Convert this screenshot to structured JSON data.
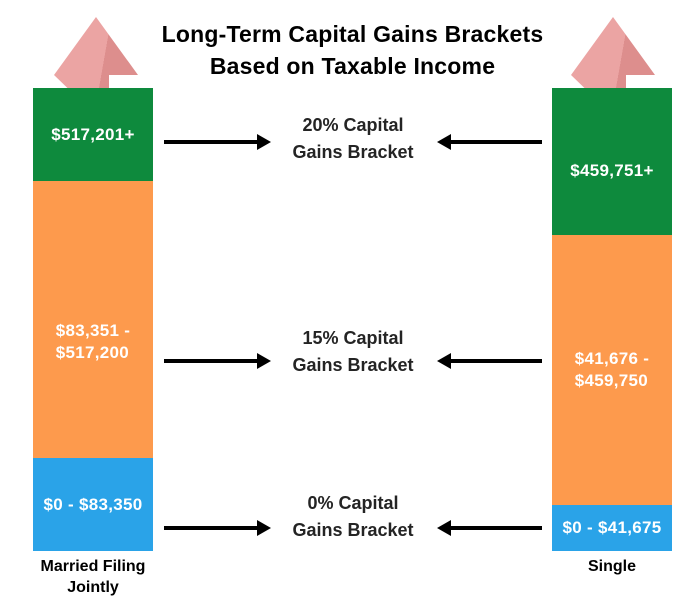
{
  "title": {
    "line1": "Long-Term Capital Gains Brackets",
    "line2": "Based on Taxable Income"
  },
  "brackets": [
    {
      "id": "20",
      "line1": "20% Capital",
      "line2": "Gains Bracket"
    },
    {
      "id": "15",
      "line1": "15% Capital",
      "line2": "Gains Bracket"
    },
    {
      "id": "0",
      "line1": "0% Capital",
      "line2": "Gains Bracket"
    }
  ],
  "bars": {
    "married": {
      "label_line1": "Married Filing",
      "label_line2": "Jointly",
      "green_range": "$517,201+",
      "orange_range_line1": "$83,351 -",
      "orange_range_line2": "$517,200",
      "blue_range": "$0 - $83,350"
    },
    "single": {
      "label": "Single",
      "green_range": "$459,751+",
      "orange_range_line1": "$41,676 -",
      "orange_range_line2": "$459,750",
      "blue_range": "$0 - $41,675"
    }
  },
  "colors": {
    "green": "#0e8a3d",
    "orange": "#fd9a4d",
    "blue": "#2aa3e8",
    "pink_arrow": "#e79c9b",
    "black_arrow": "#000000",
    "title_text": "#000000",
    "bracket_text": "#242424",
    "value_text": "#ffffff"
  },
  "chart_data": {
    "type": "bar",
    "subtype": "stacked-column-infographic",
    "title": "Long-Term Capital Gains Brackets Based on Taxable Income",
    "categories": [
      "Married Filing Jointly",
      "Single"
    ],
    "series": [
      {
        "name": "0% Capital Gains Bracket",
        "color": "#2aa3e8",
        "ranges": [
          "$0 - $83,350",
          "$0 - $41,675"
        ],
        "lower_bounds": [
          0,
          0
        ],
        "upper_bounds": [
          83350,
          41675
        ]
      },
      {
        "name": "15% Capital Gains Bracket",
        "color": "#fd9a4d",
        "ranges": [
          "$83,351 - $517,200",
          "$41,676 - $459,750"
        ],
        "lower_bounds": [
          83351,
          41676
        ],
        "upper_bounds": [
          517200,
          459750
        ]
      },
      {
        "name": "20% Capital Gains Bracket",
        "color": "#0e8a3d",
        "ranges": [
          "$517,201+",
          "$459,751+"
        ],
        "lower_bounds": [
          517201,
          459751
        ],
        "upper_bounds": [
          null,
          null
        ]
      }
    ],
    "legend": false,
    "axes": false,
    "annotations": [
      "20% Capital Gains Bracket",
      "15% Capital Gains Bracket",
      "0% Capital Gains Bracket"
    ]
  }
}
